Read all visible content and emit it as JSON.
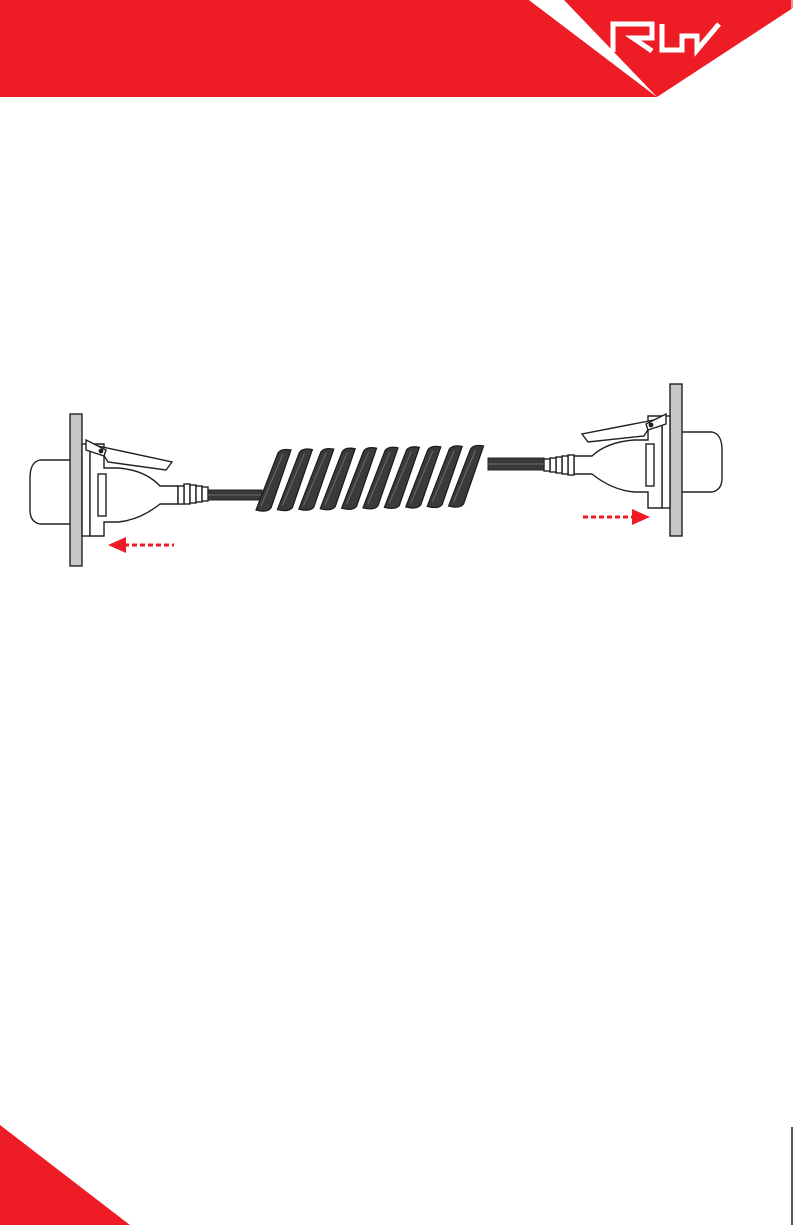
{
  "brand": {
    "logo_text": "RW",
    "accent_color": "#ee1c25",
    "logo_stroke_color": "#ffffff"
  },
  "diagram": {
    "subject": "coiled-trailer-cable",
    "cable_color": "#3a3a3a",
    "coil_count": 10,
    "mount_plate_color": "#c8c8c8",
    "arrow_color": "#ee1c25",
    "left_pull_direction": "left",
    "right_pull_direction": "right",
    "icons": [
      "left-plug-icon",
      "right-plug-icon",
      "coiled-cable-icon",
      "left-arrow-icon",
      "right-arrow-icon",
      "rw-logo-icon"
    ]
  }
}
